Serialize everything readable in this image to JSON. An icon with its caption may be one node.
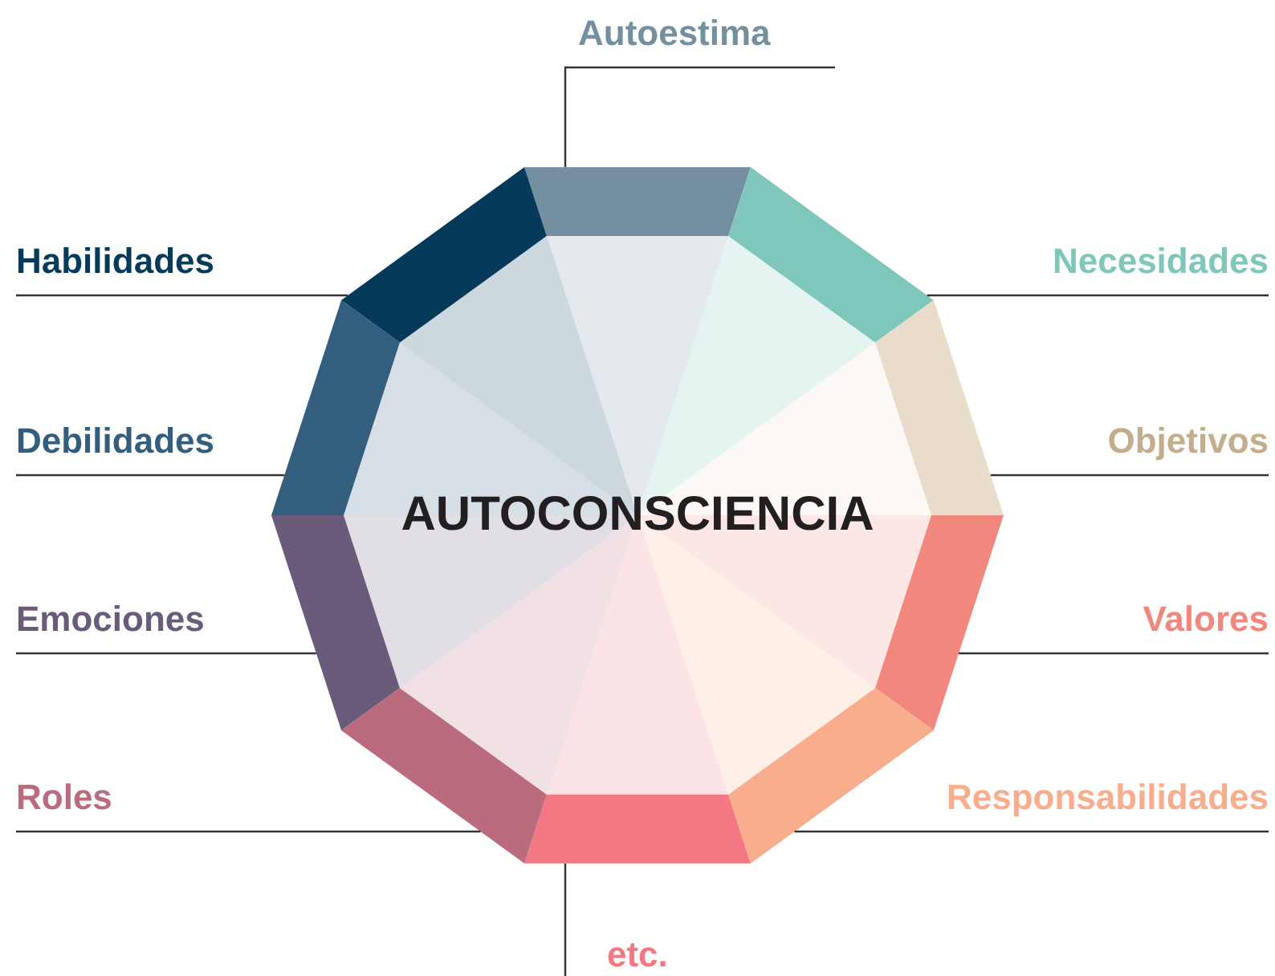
{
  "diagram": {
    "nodes": [
      {
        "text": [
          "AUTOCONSCIENCIA"
        ]
      },
      {
        "text": [],
        "shape": "box"
      },
      {
        "text": [],
        "shape": "box"
      },
      {
        "text": [],
        "shape": "box"
      },
      {
        "text": [],
        "shape": "box"
      },
      {
        "text": [],
        "shape": "box"
      },
      {
        "text": [],
        "shape": "box"
      },
      {
        "text": [],
        "shape": "box"
      },
      {
        "text": [],
        "shape": "box"
      },
      {
        "text": [],
        "shape": "box"
      },
      {
        "text": [],
        "shape": "box"
      },
      {
        "text": [
          "Autoestima"
        ]
      },
      {
        "text": [
          "Habilidades"
        ]
      },
      {
        "text": [
          "Necesidades"
        ]
      },
      {
        "text": [
          "Debilidades"
        ]
      },
      {
        "text": [
          "Objetivos"
        ]
      },
      {
        "text": [
          "Emociones"
        ]
      },
      {
        "text": [
          "Valores"
        ]
      },
      {
        "text": [
          "Roles"
        ]
      },
      {
        "text": [
          "Responsabilidades"
        ]
      },
      {
        "text": [
          "etc."
        ]
      }
    ],
    "edges": [
      {
        "from": 11,
        "to": 1,
        "arrow": "none"
      },
      {
        "from": 12,
        "to": 10,
        "arrow": "none"
      },
      {
        "from": 13,
        "to": 2,
        "arrow": "none"
      },
      {
        "from": 14,
        "to": 9,
        "arrow": "none"
      },
      {
        "from": 15,
        "to": 3,
        "arrow": "none"
      },
      {
        "from": 16,
        "to": 8,
        "arrow": "none"
      },
      {
        "from": 17,
        "to": 4,
        "arrow": "none"
      },
      {
        "from": 18,
        "to": 7,
        "arrow": "none"
      },
      {
        "from": 19,
        "to": 5,
        "arrow": "none"
      },
      {
        "from": 20,
        "to": 6,
        "arrow": "none"
      }
    ]
  }
}
